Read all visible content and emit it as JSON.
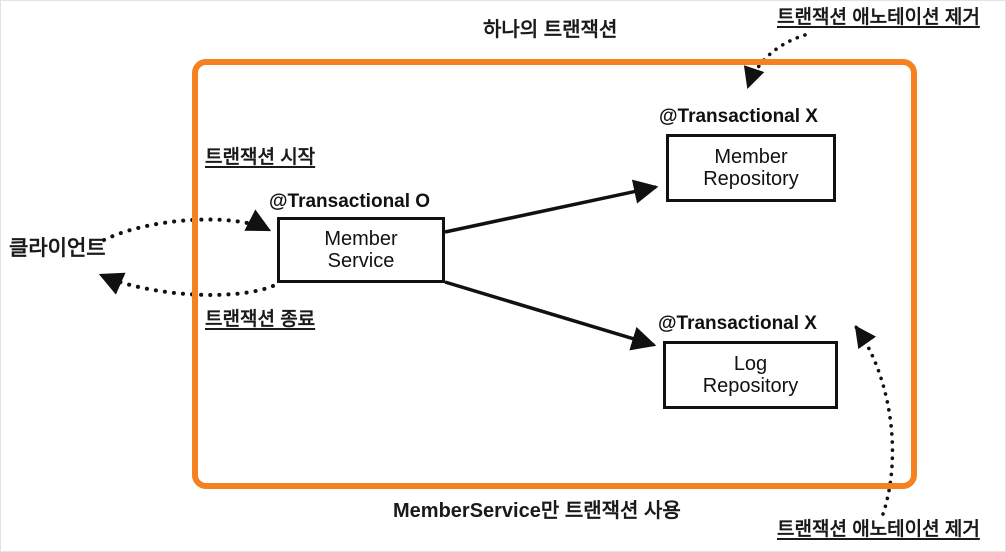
{
  "diagram": {
    "title": "하나의 트랜잭션",
    "footer": "MemberService만 트랜잭션 사용",
    "container_color": "#F5821F",
    "box_border_color": "#111111",
    "text_color": "#1a1a1a"
  },
  "actors": {
    "client_label": "클라이언트"
  },
  "labels": {
    "tx_begin": "트랜잭션 시작",
    "tx_end": "트랜잭션 종료",
    "annotation_remove_top": "트랜잭션 애노테이션 제거",
    "annotation_remove_bottom": "트랜잭션 애노테이션 제거"
  },
  "nodes": [
    {
      "id": "member-service",
      "tag": "@Transactional O",
      "line1": "Member",
      "line2": "Service"
    },
    {
      "id": "member-repository",
      "tag": "@Transactional X",
      "line1": "Member",
      "line2": "Repository"
    },
    {
      "id": "log-repository",
      "tag": "@Transactional X",
      "line1": "Log",
      "line2": "Repository"
    }
  ]
}
